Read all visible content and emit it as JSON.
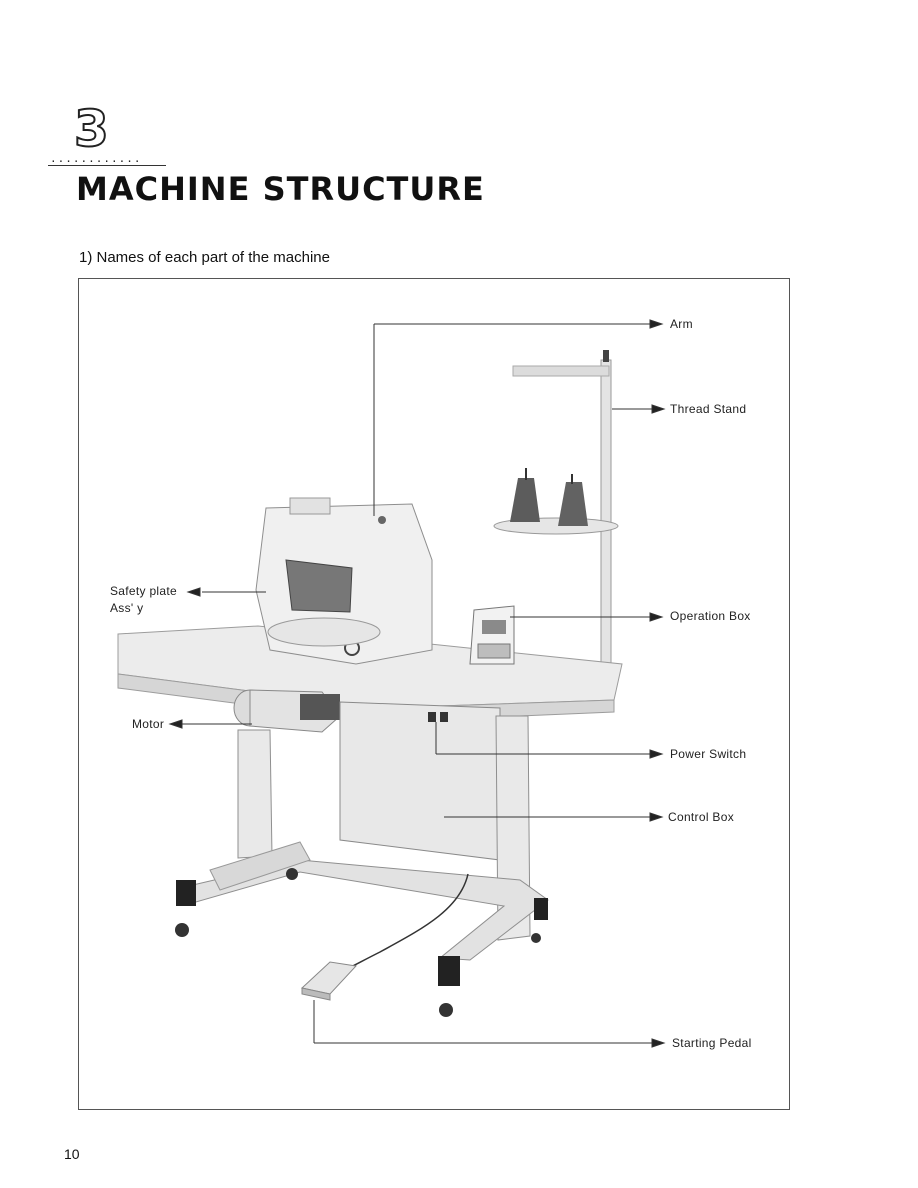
{
  "chapter": {
    "number": "3",
    "dots": "............",
    "title": "MACHINE STRUCTURE"
  },
  "section": {
    "title": "1) Names of each part of the machine"
  },
  "labels": {
    "arm": "Arm",
    "thread_stand": "Thread Stand",
    "safety_plate_line1": "Safety plate",
    "safety_plate_line2": "Ass' y",
    "operation_box": "Operation Box",
    "motor": "Motor",
    "power_switch": "Power Switch",
    "control_box": "Control Box",
    "starting_pedal": "Starting Pedal"
  },
  "page_number": "10"
}
